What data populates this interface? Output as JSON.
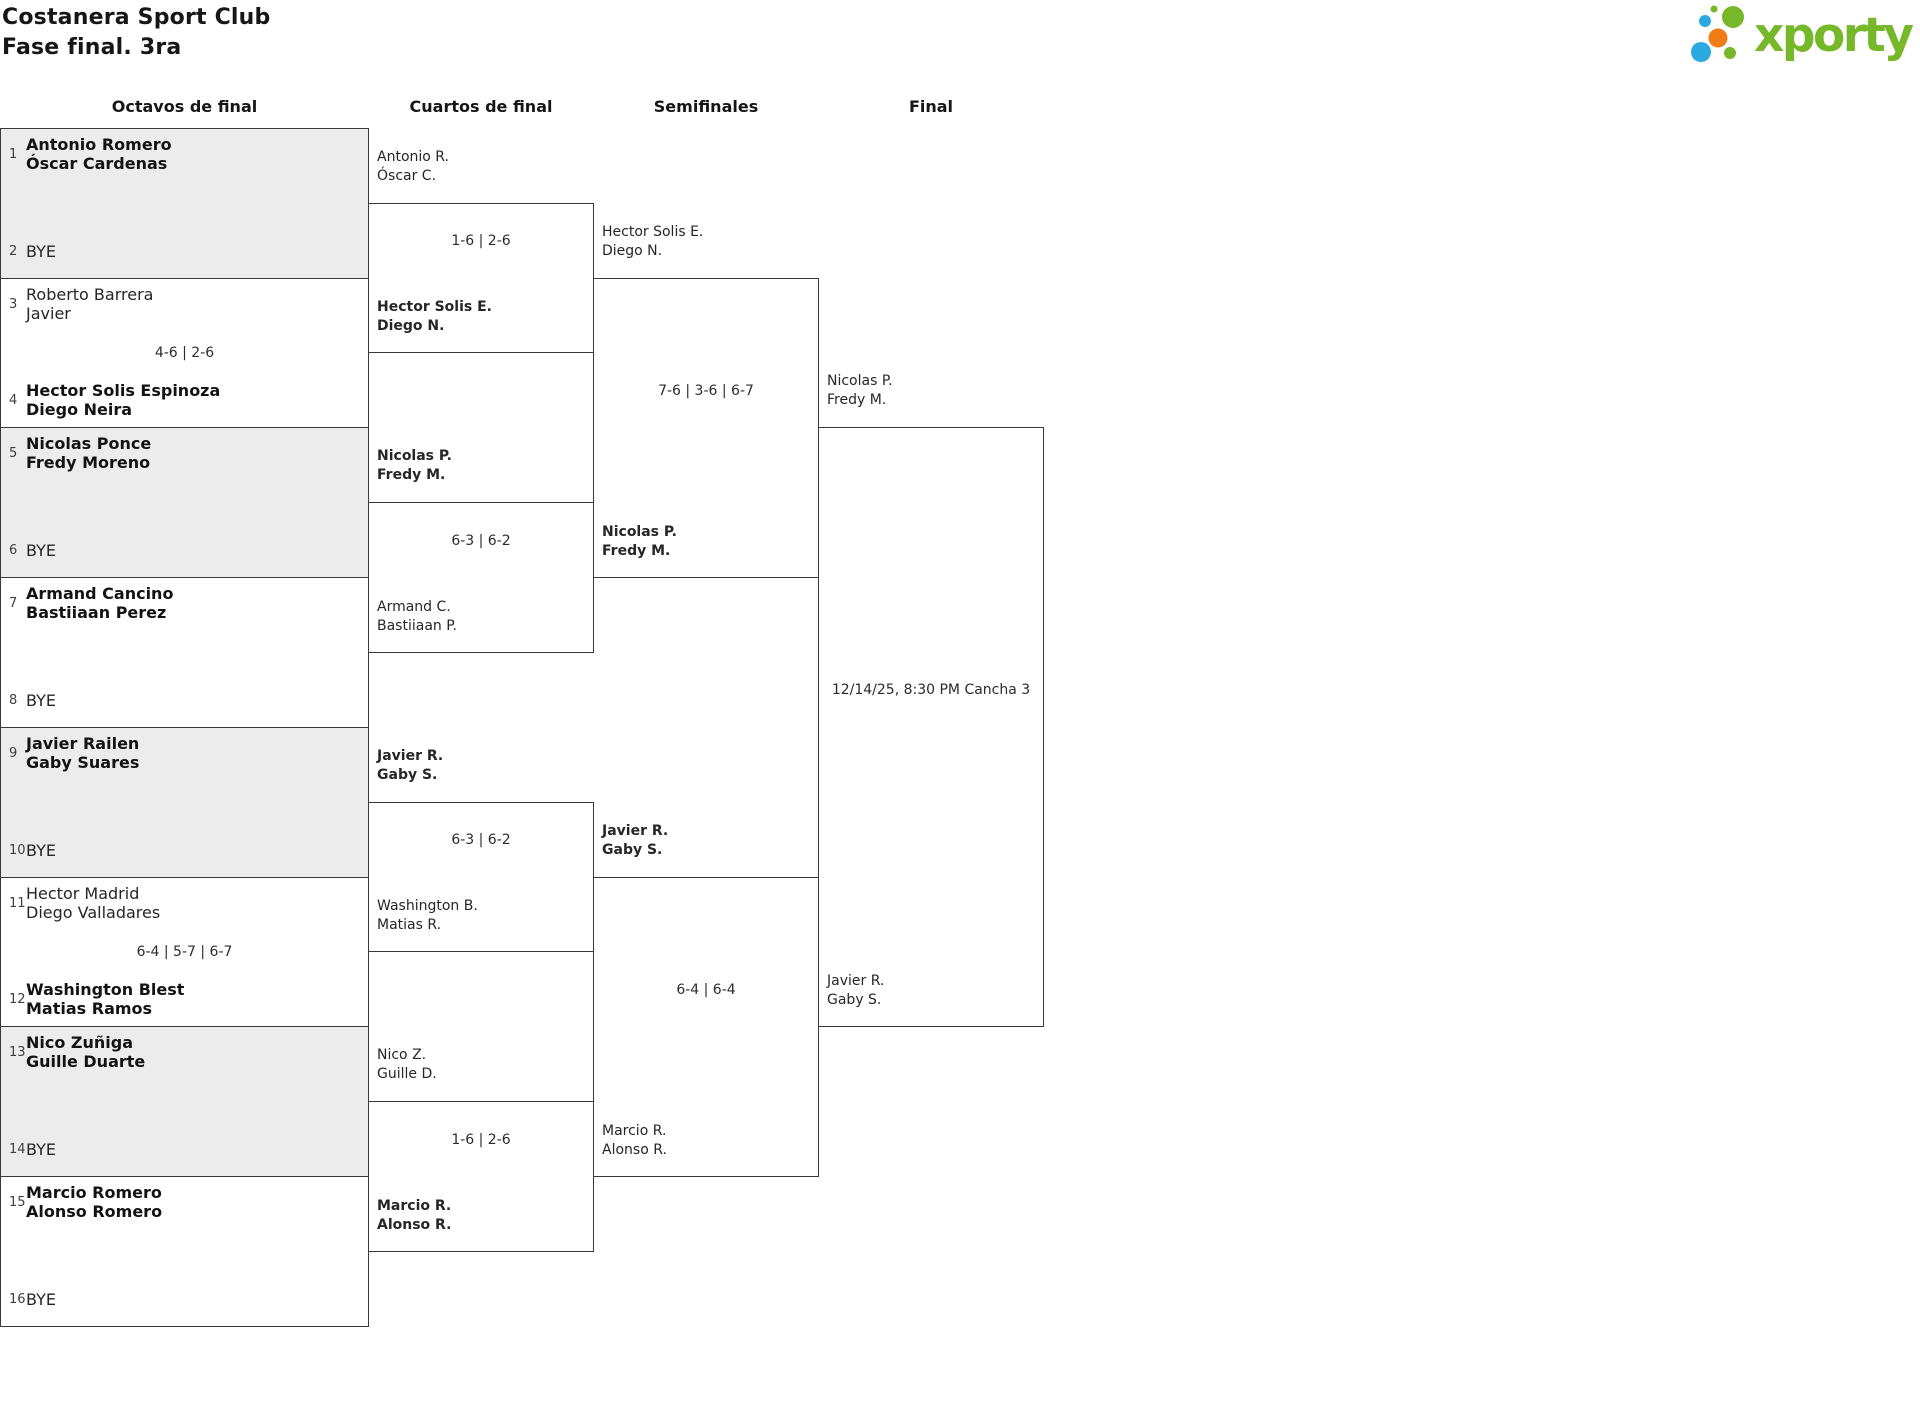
{
  "header": {
    "title": "Costanera Sport Club",
    "subtitle": "Fase final. 3ra",
    "logo_text": "xporty"
  },
  "rounds": [
    "Octavos de final",
    "Cuartos de final",
    "Semifinales",
    "Final"
  ],
  "colors": {
    "brand_green": "#76b82a",
    "brand_blue": "#2ba9e0",
    "brand_orange": "#ef7c14",
    "bye_box_gray": "#ececec",
    "border": "#3a3a3a"
  },
  "octavos": [
    {
      "seed1": "1",
      "team1_line1": "Antonio Romero",
      "team1_line2": "Óscar Cardenas",
      "team1_winner": true,
      "score": "",
      "seed2": "2",
      "team2_line1": "BYE",
      "team2_line2": "",
      "team2_winner": false,
      "shaded": true
    },
    {
      "seed1": "3",
      "team1_line1": "Roberto Barrera",
      "team1_line2": "Javier",
      "team1_winner": false,
      "score": "4-6 | 2-6",
      "seed2": "4",
      "team2_line1": "Hector Solis Espinoza",
      "team2_line2": "Diego Neira",
      "team2_winner": true,
      "shaded": false
    },
    {
      "seed1": "5",
      "team1_line1": "Nicolas Ponce",
      "team1_line2": "Fredy Moreno",
      "team1_winner": true,
      "score": "",
      "seed2": "6",
      "team2_line1": "BYE",
      "team2_line2": "",
      "team2_winner": false,
      "shaded": true
    },
    {
      "seed1": "7",
      "team1_line1": "Armand Cancino",
      "team1_line2": "Bastiiaan Perez",
      "team1_winner": true,
      "score": "",
      "seed2": "8",
      "team2_line1": "BYE",
      "team2_line2": "",
      "team2_winner": false,
      "shaded": false
    },
    {
      "seed1": "9",
      "team1_line1": "Javier Railen",
      "team1_line2": "Gaby Suares",
      "team1_winner": true,
      "score": "",
      "seed2": "10",
      "team2_line1": "BYE",
      "team2_line2": "",
      "team2_winner": false,
      "shaded": true
    },
    {
      "seed1": "11",
      "team1_line1": "Hector Madrid",
      "team1_line2": "Diego Valladares",
      "team1_winner": false,
      "score": "6-4 | 5-7 | 6-7",
      "seed2": "12",
      "team2_line1": "Washington Blest",
      "team2_line2": "Matias Ramos",
      "team2_winner": true,
      "shaded": false
    },
    {
      "seed1": "13",
      "team1_line1": "Nico Zuñiga",
      "team1_line2": "Guille Duarte",
      "team1_winner": true,
      "score": "",
      "seed2": "14",
      "team2_line1": "BYE",
      "team2_line2": "",
      "team2_winner": false,
      "shaded": true
    },
    {
      "seed1": "15",
      "team1_line1": "Marcio Romero",
      "team1_line2": "Alonso Romero",
      "team1_winner": true,
      "score": "",
      "seed2": "16",
      "team2_line1": "BYE",
      "team2_line2": "",
      "team2_winner": false,
      "shaded": false
    }
  ],
  "cuartos": [
    {
      "p1_line1": "Antonio R.",
      "p1_line2": "Óscar C.",
      "p1_winner": false,
      "score": "1-6 | 2-6",
      "p2_line1": "Hector Solis E.",
      "p2_line2": "Diego N.",
      "p2_winner": true
    },
    {
      "p1_line1": "Nicolas P.",
      "p1_line2": "Fredy M.",
      "p1_winner": true,
      "score": "6-3 | 6-2",
      "p2_line1": "Armand C.",
      "p2_line2": "Bastiiaan P.",
      "p2_winner": false
    },
    {
      "p1_line1": "Javier R.",
      "p1_line2": "Gaby S.",
      "p1_winner": true,
      "score": "6-3 | 6-2",
      "p2_line1": "Washington B.",
      "p2_line2": "Matias R.",
      "p2_winner": false
    },
    {
      "p1_line1": "Nico Z.",
      "p1_line2": "Guille D.",
      "p1_winner": false,
      "score": "1-6 | 2-6",
      "p2_line1": "Marcio R.",
      "p2_line2": "Alonso R.",
      "p2_winner": true
    }
  ],
  "semifinales": [
    {
      "p1_line1": "Hector Solis E.",
      "p1_line2": "Diego N.",
      "p1_winner": false,
      "score": "7-6 | 3-6 | 6-7",
      "p2_line1": "Nicolas P.",
      "p2_line2": "Fredy M.",
      "p2_winner": true
    },
    {
      "p1_line1": "Javier R.",
      "p1_line2": "Gaby S.",
      "p1_winner": true,
      "score": "6-4 | 6-4",
      "p2_line1": "Marcio R.",
      "p2_line2": "Alonso R.",
      "p2_winner": false
    }
  ],
  "final": {
    "p1_line1": "Nicolas P.",
    "p1_line2": "Fredy M.",
    "p1_winner": false,
    "schedule": "12/14/25, 8:30 PM Cancha 3",
    "p2_line1": "Javier R.",
    "p2_line2": "Gaby S.",
    "p2_winner": false
  }
}
